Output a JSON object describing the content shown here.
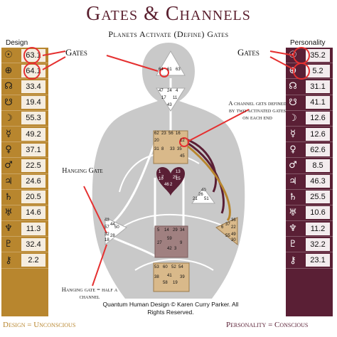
{
  "title": "Gates & Channels",
  "subtitle": "Planets Activate (Define) Gates",
  "design": {
    "heading": "Design",
    "rows": [
      {
        "icon": "sun-icon",
        "symbol": "☉",
        "value": "63.1"
      },
      {
        "icon": "earth-icon",
        "symbol": "⊕",
        "value": "64.1"
      },
      {
        "icon": "north-node-icon",
        "symbol": "☊",
        "value": "33.4"
      },
      {
        "icon": "south-node-icon",
        "symbol": "☋",
        "value": "19.4"
      },
      {
        "icon": "moon-icon",
        "symbol": "☽",
        "value": "55.3"
      },
      {
        "icon": "mercury-icon",
        "symbol": "☿",
        "value": "49.2"
      },
      {
        "icon": "venus-icon",
        "symbol": "♀",
        "value": "37.1"
      },
      {
        "icon": "mars-icon",
        "symbol": "♂",
        "value": "22.5"
      },
      {
        "icon": "jupiter-icon",
        "symbol": "♃",
        "value": "24.6"
      },
      {
        "icon": "saturn-icon",
        "symbol": "♄",
        "value": "20.5"
      },
      {
        "icon": "uranus-icon",
        "symbol": "♅",
        "value": "14.6"
      },
      {
        "icon": "neptune-icon",
        "symbol": "♆",
        "value": "11.3"
      },
      {
        "icon": "pluto-icon",
        "symbol": "♇",
        "value": "32.4"
      },
      {
        "icon": "chiron-icon",
        "symbol": "⚷",
        "value": "2.2"
      }
    ],
    "footer": "Design = Unconscious",
    "color": "#b8862e"
  },
  "personality": {
    "heading": "Personality",
    "rows": [
      {
        "icon": "sun-icon",
        "symbol": "☉",
        "value": "35.2"
      },
      {
        "icon": "earth-icon",
        "symbol": "⊕",
        "value": "5.2"
      },
      {
        "icon": "north-node-icon",
        "symbol": "☊",
        "value": "31.1"
      },
      {
        "icon": "south-node-icon",
        "symbol": "☋",
        "value": "41.1"
      },
      {
        "icon": "moon-icon",
        "symbol": "☽",
        "value": "12.6"
      },
      {
        "icon": "mercury-icon",
        "symbol": "☿",
        "value": "12.6"
      },
      {
        "icon": "venus-icon",
        "symbol": "♀",
        "value": "62.6"
      },
      {
        "icon": "mars-icon",
        "symbol": "♂",
        "value": "8.5"
      },
      {
        "icon": "jupiter-icon",
        "symbol": "♃",
        "value": "46.3"
      },
      {
        "icon": "saturn-icon",
        "symbol": "♄",
        "value": "25.5"
      },
      {
        "icon": "uranus-icon",
        "symbol": "♅",
        "value": "10.6"
      },
      {
        "icon": "neptune-icon",
        "symbol": "♆",
        "value": "11.2"
      },
      {
        "icon": "pluto-icon",
        "symbol": "♇",
        "value": "32.2"
      },
      {
        "icon": "chiron-icon",
        "symbol": "⚷",
        "value": "23.1"
      }
    ],
    "footer": "Personality = Conscious",
    "color": "#5a1f35"
  },
  "callouts": {
    "gates_left": "Gates",
    "gates_right": "Gates",
    "channel_note": "A channel gets defined by two activated gates on each end",
    "hanging_gate": "Hanging Gate",
    "hanging_note": "Hanging gate = half a channel"
  },
  "copyright": "Quantum Human Design © Karen Curry Parker. All Rights Reserved.",
  "gate_numbers": {
    "head": [
      "64",
      "61",
      "63"
    ],
    "ajna": [
      "47",
      "24",
      "4",
      "17",
      "11",
      "43"
    ],
    "throat": [
      "62",
      "23",
      "56",
      "16",
      "20",
      "31",
      "8",
      "33",
      "35",
      "12",
      "45"
    ],
    "g_center": [
      "1",
      "13",
      "7",
      "25",
      "46",
      "2",
      "10",
      "15"
    ],
    "heart": [
      "21",
      "26",
      "51",
      "40"
    ],
    "spleen": [
      "48",
      "57",
      "44",
      "50",
      "32",
      "28",
      "18"
    ],
    "solar_plexus": [
      "36",
      "22",
      "37",
      "6",
      "49",
      "55",
      "30"
    ],
    "sacral": [
      "5",
      "14",
      "29",
      "34",
      "27",
      "42",
      "3",
      "9",
      "59"
    ],
    "root": [
      "53",
      "60",
      "52",
      "54",
      "38",
      "58",
      "19",
      "39",
      "41"
    ],
    "highlighted": [
      "64",
      "35",
      "12"
    ]
  },
  "colors": {
    "body": "#c9c9c9",
    "defined_center": "#d9b98a",
    "heart_center": "#5a1f35",
    "sacral_center": "#a08080",
    "highlight": "#e53030"
  }
}
